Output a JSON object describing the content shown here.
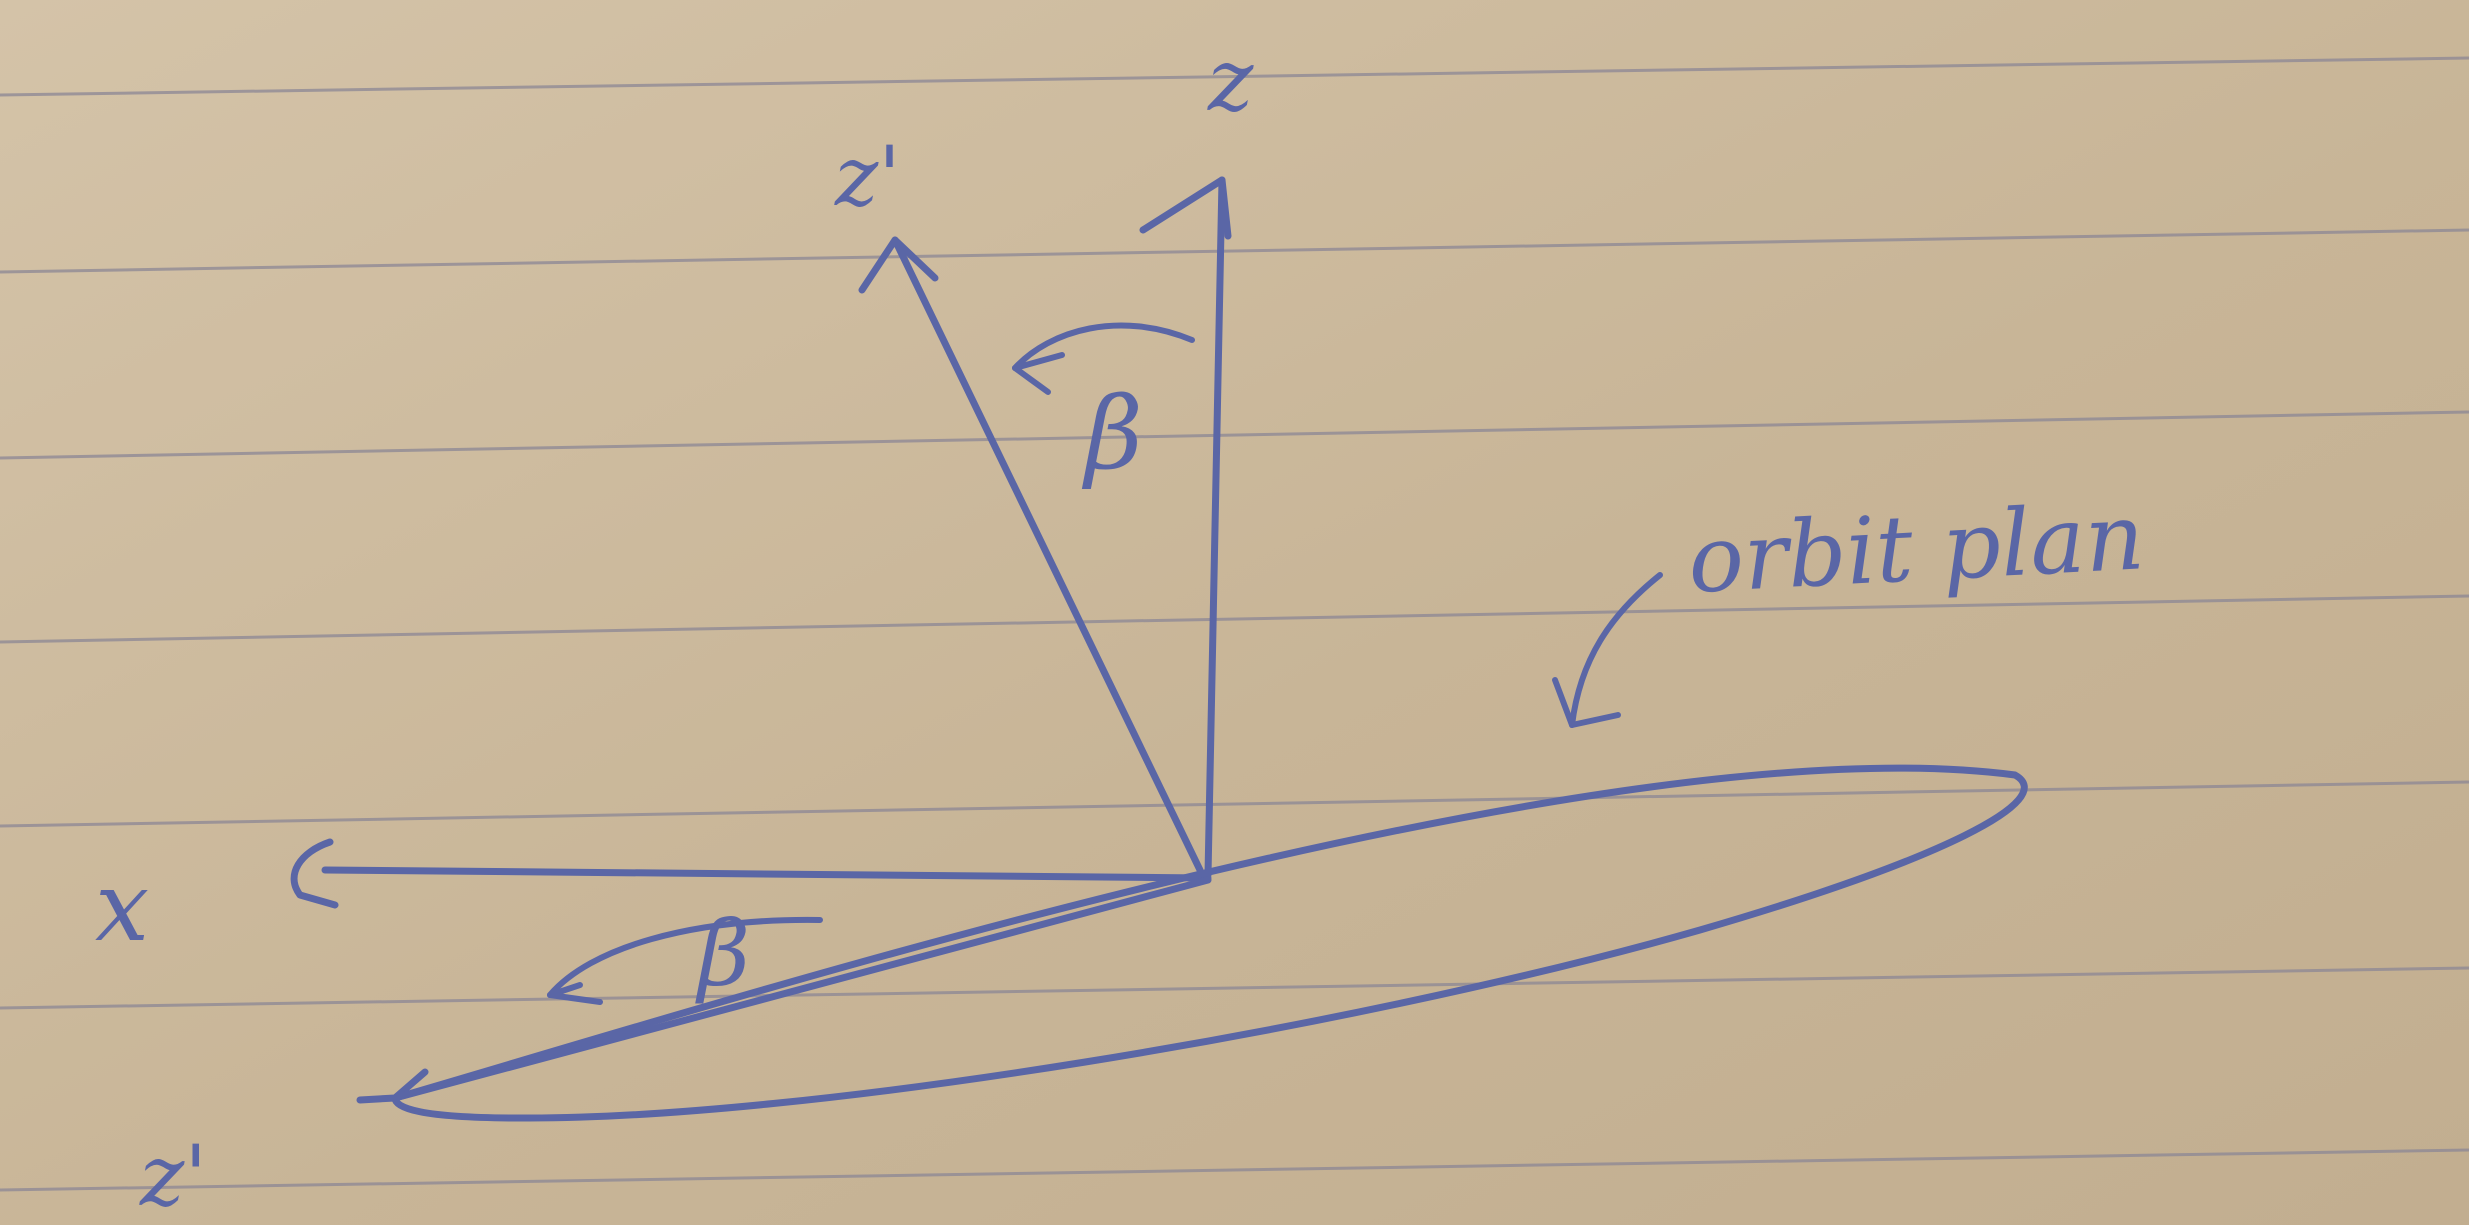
{
  "diagram": {
    "ink_color": "#5a66a6",
    "paper_color": "#c9b79c",
    "rule_color": "#8c8795",
    "labels": {
      "z_prime_top": "z'",
      "z_top": "z",
      "beta_upper": "β",
      "x_axis": "x",
      "beta_lower": "β",
      "z_prime_bottom": "z'",
      "orbit_note": "orbit plan"
    }
  }
}
